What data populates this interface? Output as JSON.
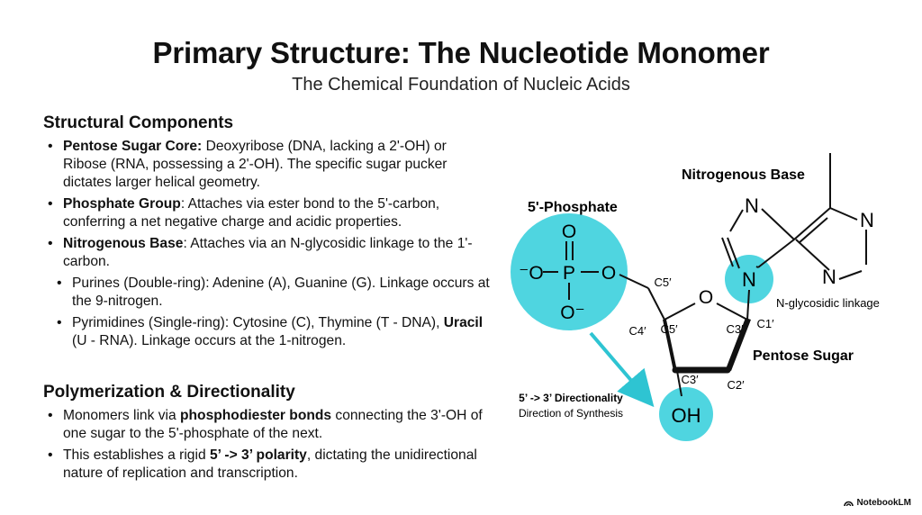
{
  "header": {
    "title": "Primary Structure: The Nucleotide Monomer",
    "subtitle": "The Chemical Foundation of Nucleic Acids"
  },
  "structural": {
    "heading": "Structural Components",
    "items": [
      {
        "term": "Pentose Sugar Core:",
        "text": " Deoxyribose (DNA, lacking a 2'-OH) or Ribose (RNA, possessing a 2'-OH). The specific sugar pucker dictates larger helical geometry."
      },
      {
        "term": "Phosphate Group",
        "text": ": Attaches via ester bond to the 5'-carbon, conferring a net negative charge and acidic properties."
      },
      {
        "term": "Nitrogenous Base",
        "text": ": Attaches via an N-glycosidic linkage to the 1'-carbon."
      }
    ],
    "purines": {
      "term": "Purines (Double-ring)",
      "text": ": Adenine (A), Guanine (G). Linkage occurs at the 9-nitrogen."
    },
    "pyrimidines": {
      "pre": "Pyrimidines (Single-ring): Cytosine (C), Thymine (T - DNA), ",
      "term": "Uracil",
      "text": " (U - RNA). Linkage occurs at the 1-nitrogen."
    }
  },
  "polymerization": {
    "heading": "Polymerization & Directionality",
    "item1": {
      "pre": "Monomers link via ",
      "term": "phosphodiester bonds",
      "post": " connecting the 3'-OH of one sugar to the 5'-phosphate of the next."
    },
    "item2": {
      "pre": "This establishes a rigid ",
      "term": "5’ -> 3’ polarity",
      "post": ", dictating the unidirectional nature of replication and transcription."
    }
  },
  "diagram": {
    "phosphate_label": "5'-Phosphate",
    "base_label": "Nitrogenous Base",
    "sugar_label": "Pentose Sugar",
    "glycosidic_label": "N-glycosidic linkage",
    "direction_label": "5’ -> 3’ Directionality",
    "synthesis_label": "Direction of Synthesis",
    "atoms": {
      "O": "O",
      "P": "P",
      "N": "N",
      "OH": "OH",
      "O_minus_left": "⁻O",
      "O_minus_bottom": "O⁻"
    },
    "carbons": {
      "c5_chain": "C5′",
      "c4": "C4′",
      "c5_ring": "C5′",
      "c3_ring": "C3′",
      "c1": "C1′",
      "c3_bottom": "C3′",
      "c2": "C2′"
    },
    "highlight_color": "#4fd5e0",
    "arrow_color": "#2ec4d2"
  },
  "brand": "NotebookLM"
}
